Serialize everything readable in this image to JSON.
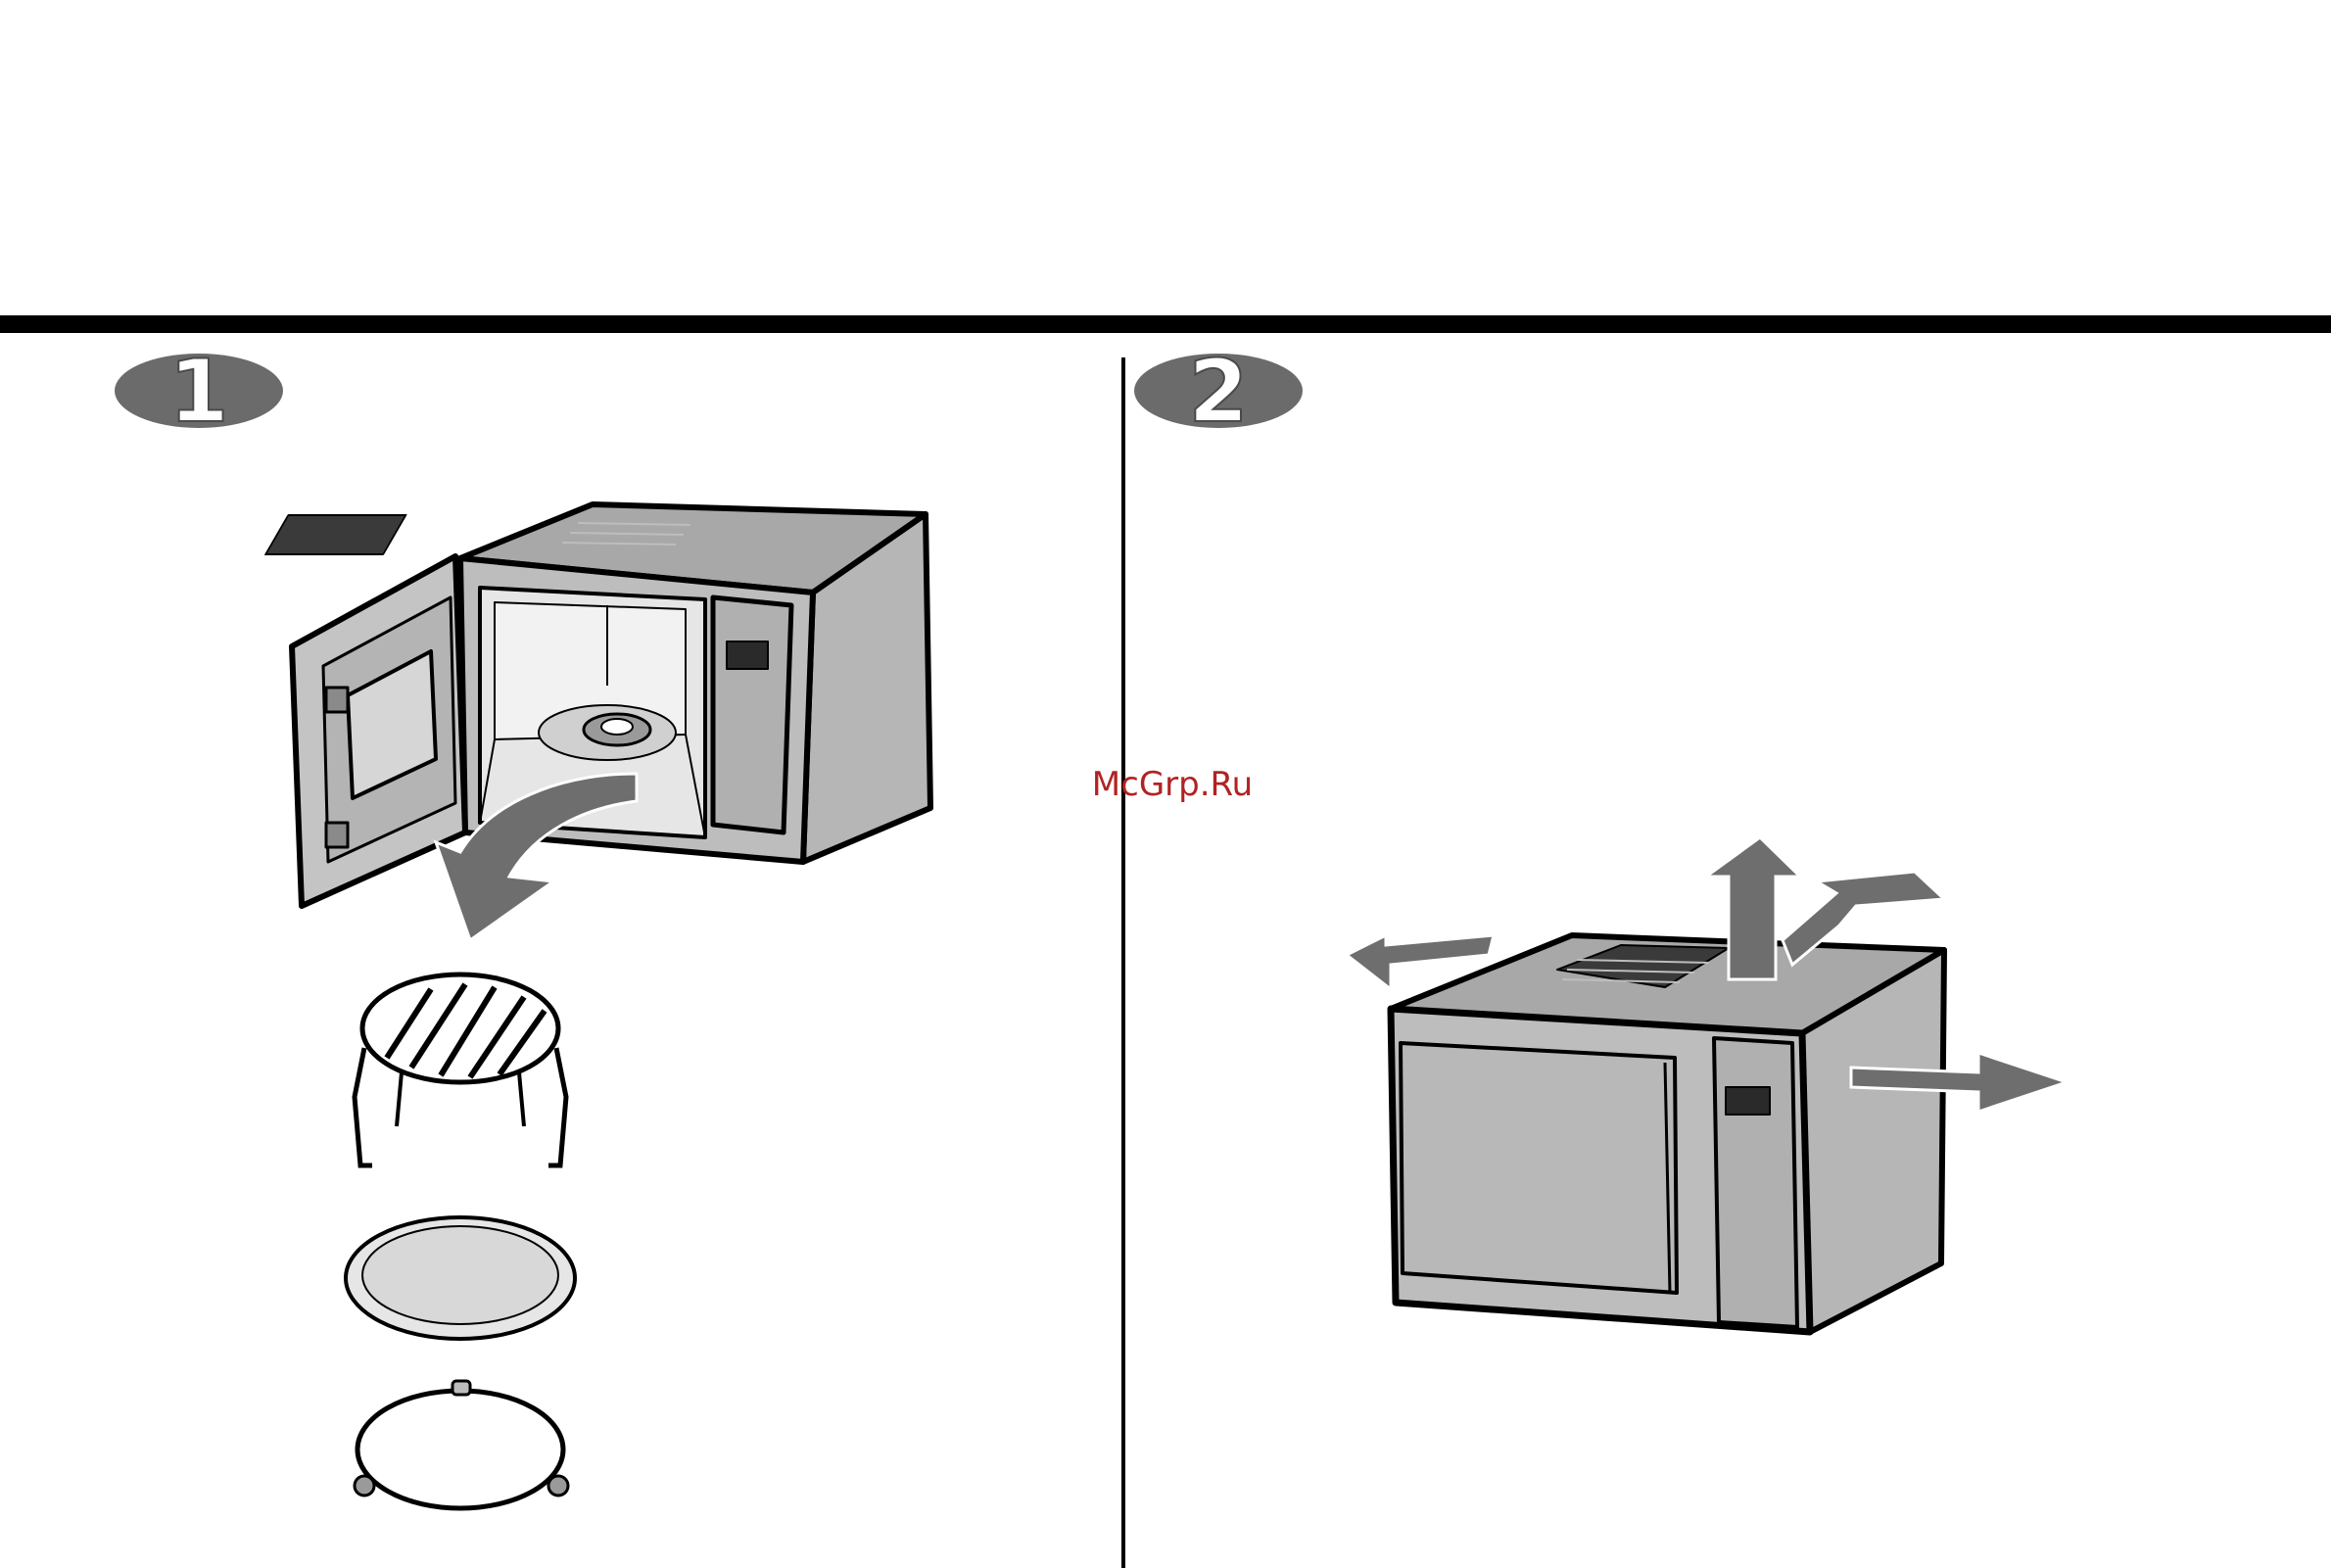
{
  "steps": [
    {
      "number": "1"
    },
    {
      "number": "2"
    }
  ],
  "watermark": {
    "text": "McGrp.Ru"
  },
  "colors": {
    "rule": "#000000",
    "badge": "#6b6b6b",
    "appliance_body": "#b4b4b4",
    "appliance_dark": "#8a8a8a",
    "arrow": "#6e6e6e",
    "watermark": "#b22222"
  },
  "illustrations": {
    "step1": [
      "microwave-open-door",
      "removal-arrow",
      "grill-rack",
      "glass-turntable-tray",
      "roller-ring"
    ],
    "step2": [
      "microwave-closed",
      "clearance-arrows"
    ]
  }
}
